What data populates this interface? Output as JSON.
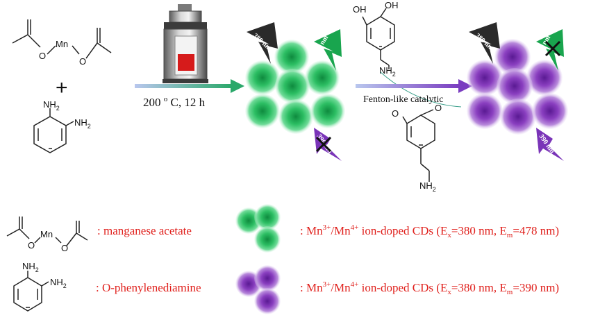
{
  "reagents": {
    "mn_label": "Mn",
    "o_label": "O",
    "plus": "+",
    "nh2_label": "NH",
    "nh2_sub": "2"
  },
  "step1": {
    "cond_main": "200 ",
    "cond_sup": "o",
    "cond_tail": " C, 12 h"
  },
  "badges": {
    "b380": "380 nm",
    "b478": "478 nm",
    "b390": "390 nm"
  },
  "step2": {
    "label": "Fenton-like catalytic"
  },
  "legend": {
    "mn_name": ": manganese acetate",
    "opd_name": ": O-phenylenediamine",
    "green": {
      "p1": ": Mn",
      "s1": "3+",
      "p2": "/Mn",
      "s2": "4+",
      "p3": " ion-doped CDs (E",
      "s3": "x",
      "p4": "=380 nm, E",
      "s4": "m",
      "p5": "=478 nm)"
    },
    "purple": {
      "p1": ": Mn",
      "s1": "3+",
      "p2": "/Mn",
      "s2": "4+",
      "p3": " ion-doped CDs (E",
      "s3": "x",
      "p4": "=380 nm, E",
      "s4": "m",
      "p5": "=390 nm)"
    }
  },
  "colors": {
    "green": "#22b45c",
    "purple": "#8a3fc0",
    "red": "#e0201c",
    "dark": "#2a2a2a"
  }
}
